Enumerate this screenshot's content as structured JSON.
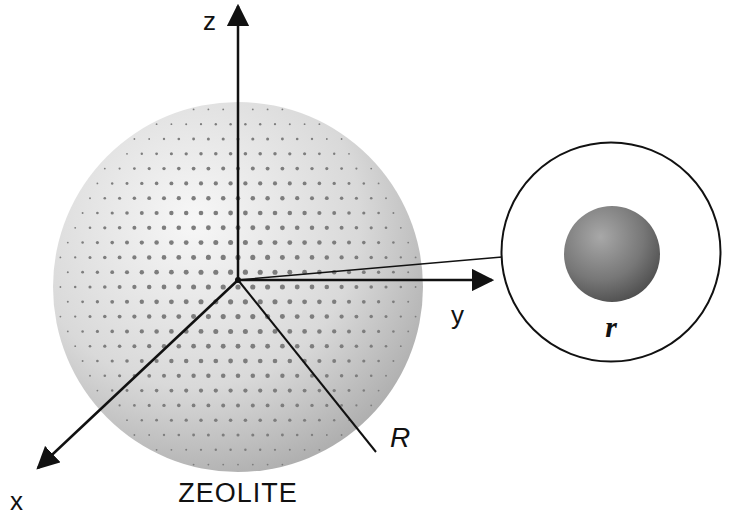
{
  "diagram": {
    "nodes": [
      {
        "text": [
          "r"
        ]
      }
    ],
    "labels": [
      "z",
      "y",
      "x",
      "R",
      "ZEOLITE"
    ]
  }
}
